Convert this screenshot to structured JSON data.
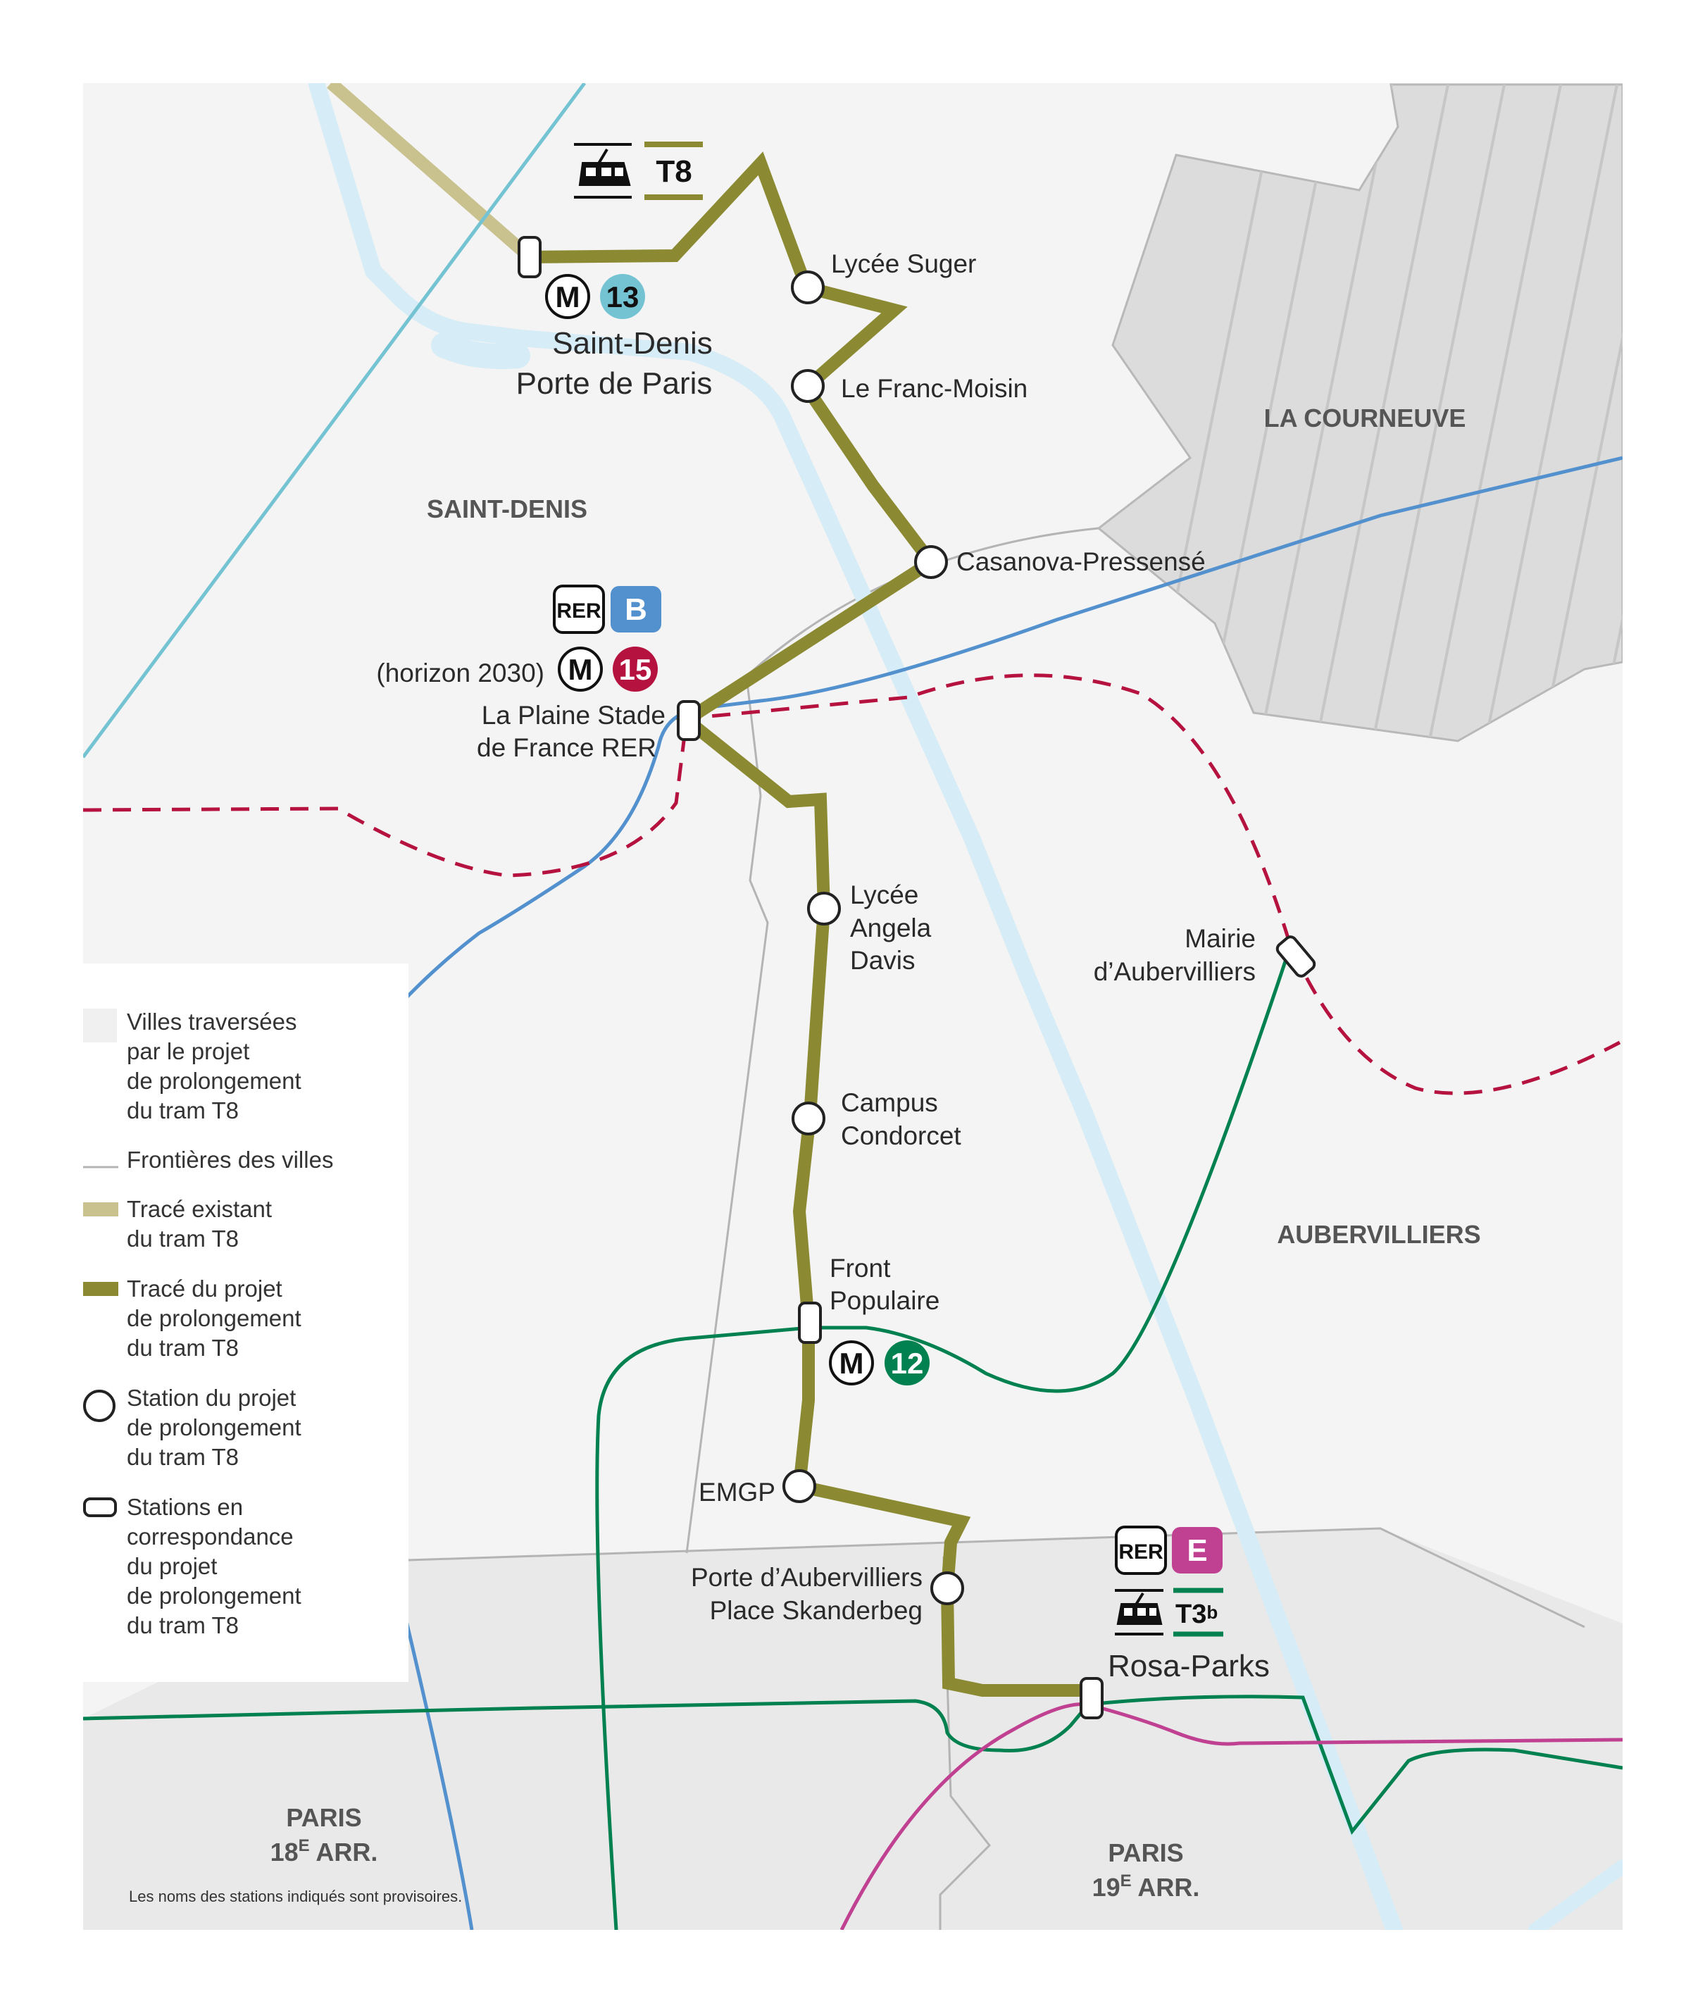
{
  "map": {
    "tram_line": "T8",
    "metro_13": "13",
    "metro_15": "15",
    "metro_12": "12",
    "rer_b": "B",
    "rer_e": "E",
    "tram_t3b_main": "T3",
    "tram_t3b_sup": "b",
    "rer_label": "RER",
    "metro_letter": "M",
    "horizon_2030": "(horizon 2030)",
    "stations": {
      "saint_denis_1": "Saint-Denis",
      "saint_denis_2": "Porte de Paris",
      "lycee_suger": "Lycée Suger",
      "franc_moisin": "Le Franc-Moisin",
      "casanova": "Casanova-Pressensé",
      "plaine_1": "La Plaine Stade",
      "plaine_2": "de France RER",
      "angela_1": "Lycée",
      "angela_2": "Angela",
      "angela_3": "Davis",
      "condorcet_1": "Campus",
      "condorcet_2": "Condorcet",
      "front_1": "Front",
      "front_2": "Populaire",
      "emgp": "EMGP",
      "porte_aub_1": "Porte  d’Aubervilliers",
      "porte_aub_2": "Place Skanderbeg",
      "rosa_parks": "Rosa-Parks",
      "mairie_1": "Mairie",
      "mairie_2": "d’Aubervilliers"
    },
    "cities": {
      "saint_denis": "SAINT-DENIS",
      "la_courneuve": "LA COURNEUVE",
      "aubervilliers": "AUBERVILLIERS",
      "paris18_1": "PARIS",
      "paris18_2": "18",
      "paris18_sup": "E",
      "paris18_3": " ARR.",
      "paris19_1": "PARIS",
      "paris19_2": "19",
      "paris19_sup": "E",
      "paris19_3": " ARR."
    },
    "note": "Les noms des stations indiqués sont provisoires.",
    "colors": {
      "t8": "#8b8a32",
      "t8_existing": "#c9c28f",
      "metro13": "#74c3d3",
      "metro15": "#b5123f",
      "metro12": "#00814f",
      "rerB": "#5291ce",
      "rerE": "#c04191",
      "river": "#d6ecf6",
      "city_fill": "#f4f4f4",
      "courneuve_fill": "#dcdcdc"
    }
  },
  "legend": {
    "cities_1": "Villes traversées",
    "cities_2": "par le projet",
    "cities_3": "de prolongement",
    "cities_4": "du tram T8",
    "borders": "Frontières des villes",
    "existing_1": "Tracé existant",
    "existing_2": "du tram T8",
    "project_1": "Tracé du projet",
    "project_2": "de prolongement",
    "project_3": "du tram T8",
    "station_1": "Station du projet",
    "station_2": "de prolongement",
    "station_3": "du tram T8",
    "corr_1": "Stations en",
    "corr_2": "correspondance",
    "corr_3": "du projet",
    "corr_4": "de prolongement",
    "corr_5": "du tram T8"
  }
}
